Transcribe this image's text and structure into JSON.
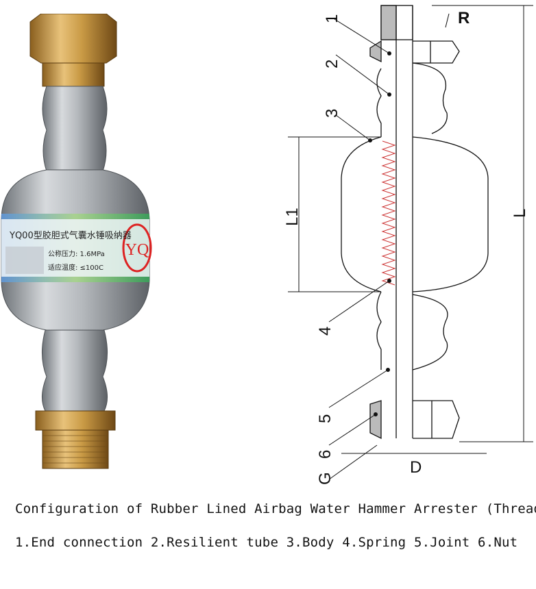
{
  "photo": {
    "label_text": "YQ00型胶胆式气囊水锤吸纳器",
    "pressure_line": "公称压力: 1.6MPa",
    "temp_line": "适应温度: ≤100C",
    "brand": "YQ"
  },
  "drawing": {
    "callouts": [
      "1",
      "2",
      "3",
      "4",
      "5",
      "6"
    ],
    "dim_R": "R",
    "dim_L": "L",
    "dim_L1": "L1",
    "dim_D": "D",
    "dim_G": "G"
  },
  "caption": {
    "title": "Configuration of Rubber Lined Airbag Water Hammer Arrester (Threaded)",
    "parts": "1.End connection 2.Resilient tube 3.Body 4.Spring 5.Joint 6.Nut"
  },
  "colors": {
    "brass": "#c9a04c",
    "steel": "#a9adb2",
    "band_blue": "#3b6fc6",
    "band_green": "#2e9a4e"
  }
}
